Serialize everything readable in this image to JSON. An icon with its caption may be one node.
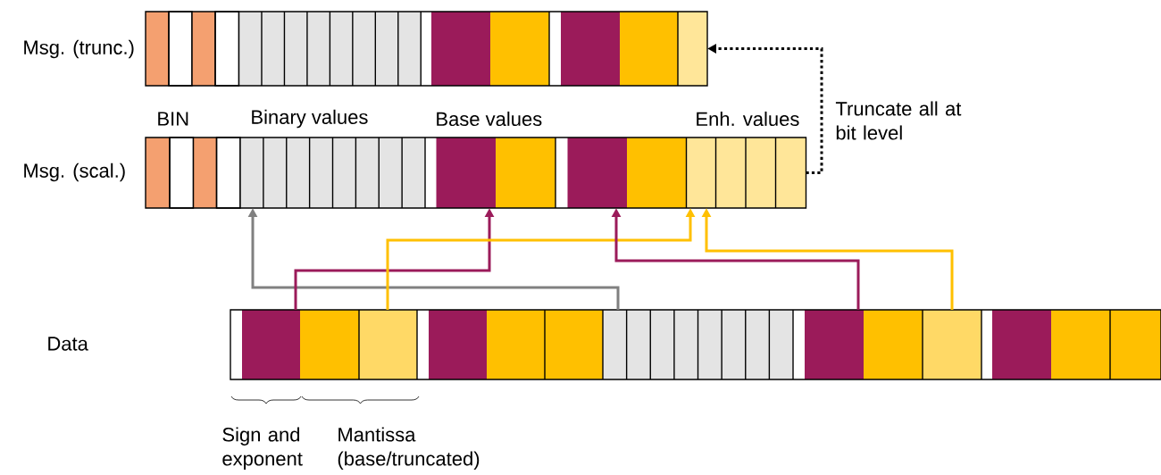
{
  "diagram": {
    "nodes": [
      {
        "text": [],
        "shape": "bar",
        "beside": [
          "Msg. (trunc.)"
        ]
      },
      {
        "text": [],
        "shape": "box",
        "in": 0
      },
      {
        "text": [],
        "shape": "box",
        "in": 0
      },
      {
        "text": [],
        "shape": "box",
        "in": 0
      },
      {
        "text": [],
        "shape": "box",
        "in": 0
      },
      {
        "text": [],
        "shape": "box",
        "in": 0
      },
      {
        "text": [],
        "shape": "box",
        "in": 0
      },
      {
        "text": [],
        "shape": "box",
        "in": 0
      },
      {
        "text": [],
        "shape": "box",
        "in": 0
      },
      {
        "text": [],
        "shape": "box",
        "in": 0
      },
      {
        "text": [],
        "shape": "box",
        "in": 0
      },
      {
        "text": [],
        "shape": "box",
        "in": 0
      },
      {
        "text": [],
        "shape": "box",
        "in": 0
      },
      {
        "text": [],
        "shape": "box",
        "in": 0
      },
      {
        "text": [],
        "shape": "box",
        "in": 0
      },
      {
        "text": [],
        "shape": "box",
        "in": 0
      },
      {
        "text": [],
        "shape": "box",
        "in": 0
      },
      {
        "text": [],
        "shape": "box",
        "in": 0
      },
      {
        "text": [],
        "shape": "bar",
        "beside": [
          "Msg. (scal.)"
        ]
      },
      {
        "text": [],
        "shape": "box",
        "in": 18
      },
      {
        "text": [],
        "shape": "box",
        "in": 18
      },
      {
        "text": [],
        "shape": "box",
        "in": 18
      },
      {
        "text": [],
        "shape": "box",
        "in": 18
      },
      {
        "text": [],
        "shape": "box",
        "in": 18
      },
      {
        "text": [],
        "shape": "box",
        "in": 18
      },
      {
        "text": [],
        "shape": "box",
        "in": 18
      },
      {
        "text": [],
        "shape": "box",
        "in": 18
      },
      {
        "text": [],
        "shape": "box",
        "in": 18
      },
      {
        "text": [],
        "shape": "box",
        "in": 18
      },
      {
        "text": [],
        "shape": "box",
        "in": 18
      },
      {
        "text": [],
        "shape": "box",
        "in": 18
      },
      {
        "text": [],
        "shape": "box",
        "in": 18
      },
      {
        "text": [],
        "shape": "box",
        "in": 18
      },
      {
        "text": [],
        "shape": "box",
        "in": 18
      },
      {
        "text": [],
        "shape": "box",
        "in": 18
      },
      {
        "text": [],
        "shape": "box",
        "in": 18
      },
      {
        "text": [],
        "shape": "box",
        "in": 18
      },
      {
        "text": [],
        "shape": "box",
        "in": 18
      },
      {
        "text": [],
        "shape": "box",
        "in": 18
      },
      {
        "text": [],
        "shape": "bar"
      },
      {
        "text": [],
        "shape": "box",
        "in": 39
      },
      {
        "text": [],
        "shape": "box",
        "in": 39
      },
      {
        "text": [],
        "shape": "box",
        "in": 39
      },
      {
        "text": [],
        "shape": "box",
        "in": 39
      },
      {
        "text": [],
        "shape": "box",
        "in": 39
      },
      {
        "text": [],
        "shape": "box",
        "in": 39
      },
      {
        "text": [],
        "shape": "box",
        "in": 39
      },
      {
        "text": [],
        "shape": "box",
        "in": 39
      },
      {
        "text": [],
        "shape": "box",
        "in": 39
      },
      {
        "text": [],
        "shape": "box",
        "in": 39
      },
      {
        "text": [],
        "shape": "box",
        "in": 39
      },
      {
        "text": [],
        "shape": "box",
        "in": 39
      },
      {
        "text": [],
        "shape": "box",
        "in": 39
      },
      {
        "text": [],
        "shape": "box",
        "in": 39
      },
      {
        "text": [],
        "shape": "box",
        "in": 39
      },
      {
        "text": [],
        "shape": "box",
        "in": 39
      },
      {
        "text": [],
        "shape": "box",
        "in": 39
      },
      {
        "text": [],
        "shape": "box",
        "in": 39
      },
      {
        "text": [],
        "shape": "box",
        "in": 39
      },
      {
        "text": [],
        "shape": "box",
        "in": 39
      }
    ],
    "edges": [
      {
        "from": 46,
        "to": 23,
        "arrow": "to",
        "color": "#808080"
      },
      {
        "from": 40,
        "to": 31,
        "arrow": "to",
        "color": "#9b1b5a"
      },
      {
        "from": 42,
        "to": 35,
        "arrow": "to",
        "color": "#ffc000"
      },
      {
        "from": 54,
        "to": 33,
        "arrow": "to",
        "color": "#9b1b5a"
      },
      {
        "from": 56,
        "to": 35,
        "arrow": "to",
        "color": "#ffc000"
      },
      {
        "from": 18,
        "to": 0,
        "arrow": "to",
        "style": "dashed",
        "color": "#000000",
        "label": "Truncate all at bit level"
      }
    ],
    "labels": [
      "BIN",
      "Binary values",
      "Base values",
      "Enh. values",
      "Data",
      "Sign and exponent",
      "Mantissa (base/truncated)"
    ]
  }
}
